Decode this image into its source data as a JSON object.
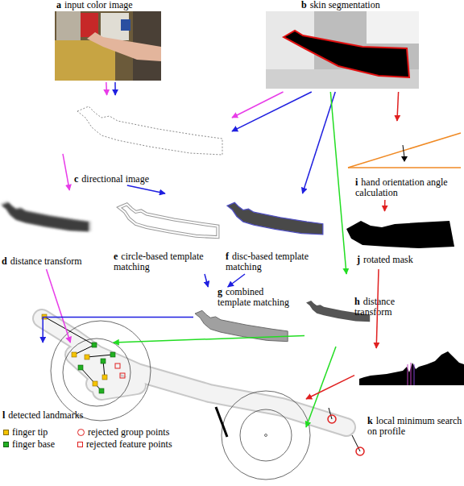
{
  "diagram": {
    "nodes": [
      {
        "text": [
          "a",
          "input color image"
        ]
      },
      {
        "text": [
          "b",
          "skin segmentation"
        ]
      },
      {
        "text": [
          "c",
          "directional image"
        ]
      },
      {
        "text": [
          "d",
          "distance transform"
        ]
      },
      {
        "text": [
          "e",
          "circle-based template matching"
        ]
      },
      {
        "text": [
          "f",
          "disc-based template matching"
        ]
      },
      {
        "text": [
          "g",
          "combined template matching"
        ]
      },
      {
        "text": [
          "h",
          "distance transform"
        ]
      },
      {
        "text": [
          "i",
          "hand orientation angle calculation"
        ]
      },
      {
        "text": [
          "j",
          "rotated mask"
        ]
      },
      {
        "text": [
          "k",
          "local minimum search on profile"
        ]
      },
      {
        "text": [
          "l",
          "detected landmarks"
        ]
      }
    ],
    "edges": [
      {
        "from": 0,
        "to": 2,
        "arrow": "to"
      },
      {
        "from": 0,
        "to": 2,
        "arrow": "to"
      },
      {
        "from": 1,
        "to": 2,
        "arrow": "to"
      },
      {
        "from": 1,
        "to": 2,
        "arrow": "to"
      },
      {
        "from": 2,
        "to": 3,
        "arrow": "to"
      },
      {
        "from": 2,
        "to": 4,
        "arrow": "to"
      },
      {
        "from": 1,
        "to": 5,
        "arrow": "to"
      },
      {
        "from": 4,
        "to": 6,
        "arrow": "to"
      },
      {
        "from": 5,
        "to": 6,
        "arrow": "to"
      },
      {
        "from": 1,
        "to": 7,
        "arrow": "to"
      },
      {
        "from": 1,
        "to": 8,
        "arrow": "to"
      },
      {
        "from": 8,
        "to": 9,
        "arrow": "to"
      },
      {
        "from": 9,
        "to": 10,
        "arrow": "to"
      },
      {
        "from": 3,
        "to": 11,
        "arrow": "to"
      },
      {
        "from": 6,
        "to": 11,
        "arrow": "to"
      },
      {
        "from": 7,
        "to": 11,
        "arrow": "to"
      },
      {
        "from": 7,
        "to": 11,
        "arrow": "to"
      },
      {
        "from": 10,
        "to": 11,
        "arrow": "to"
      }
    ],
    "legend": [
      {
        "text": "finger tip",
        "color": "#f5c400"
      },
      {
        "text": "rejected group points"
      },
      {
        "text": "finger base",
        "color": "#22b022"
      },
      {
        "text": "rejected feature points"
      }
    ]
  }
}
